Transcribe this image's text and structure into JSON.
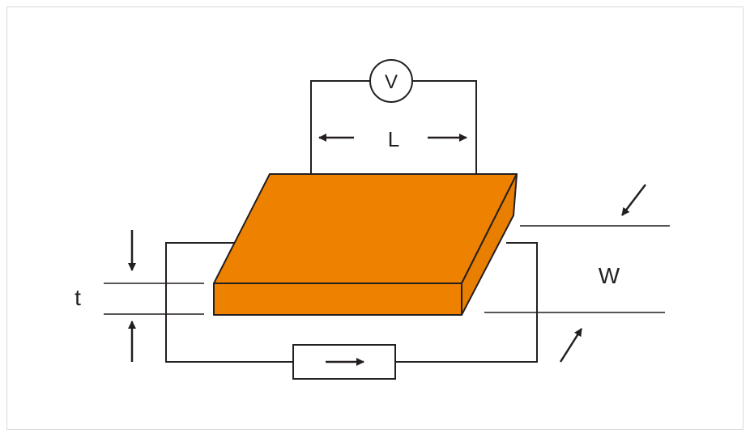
{
  "labels": {
    "voltmeter": "V",
    "length": "L",
    "width": "W",
    "thickness": "t"
  },
  "colors": {
    "sample_top": "#ee8200",
    "sample_front": "#ee8200",
    "sample_side": "#e97f00",
    "sample_outline": "#231f20",
    "wire": "#231f20",
    "frame": "#d9d9d9"
  }
}
